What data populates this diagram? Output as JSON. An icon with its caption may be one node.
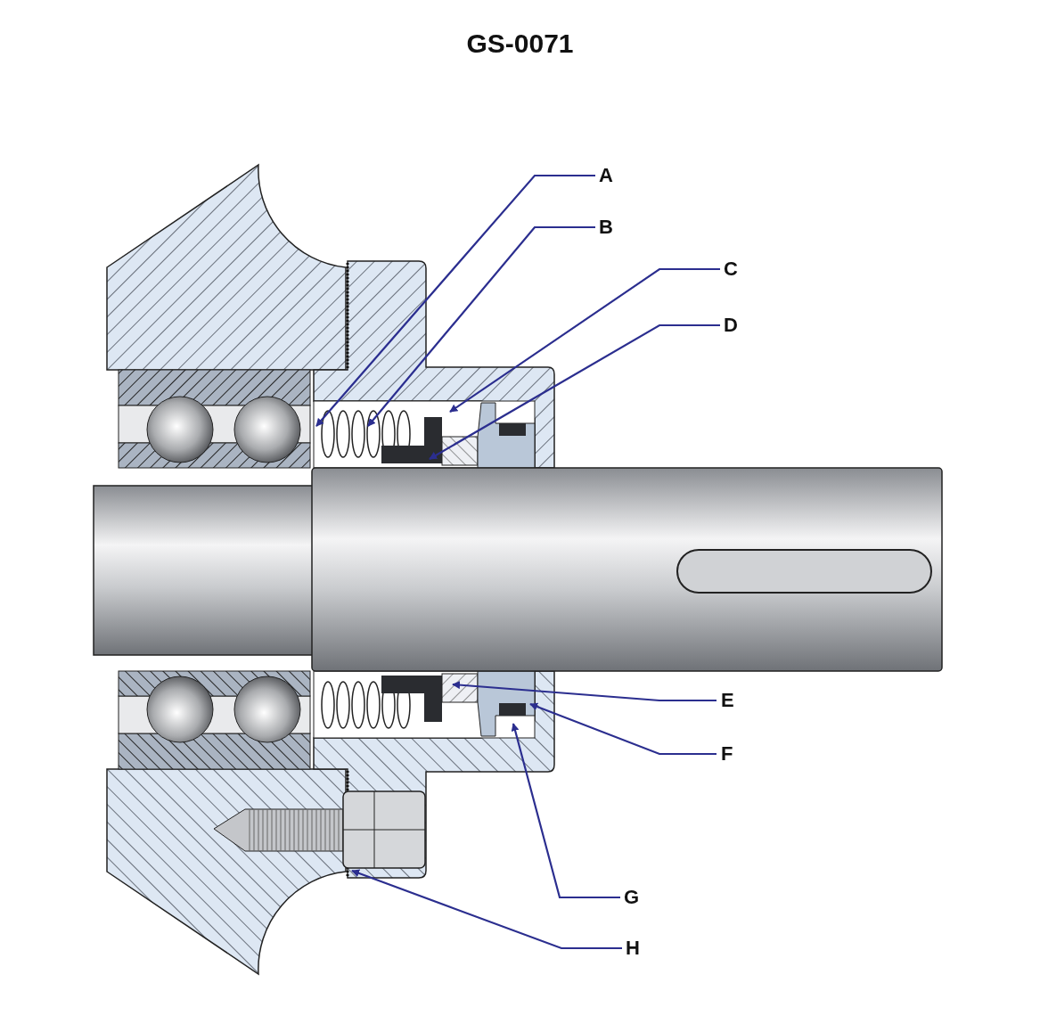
{
  "diagram": {
    "title": "GS-0071",
    "nodes": [
      {
        "text": [
          "A"
        ]
      },
      {
        "text": [
          "B"
        ]
      },
      {
        "text": [
          "C"
        ]
      },
      {
        "text": [
          "D"
        ]
      },
      {
        "text": [
          "E"
        ]
      },
      {
        "text": [
          "F"
        ]
      },
      {
        "text": [
          "G"
        ]
      },
      {
        "text": [
          "H"
        ]
      }
    ],
    "edges": [
      {
        "from": 0,
        "to": null,
        "arrow": "to"
      },
      {
        "from": 1,
        "to": null,
        "arrow": "to"
      },
      {
        "from": 2,
        "to": null,
        "arrow": "to"
      },
      {
        "from": 3,
        "to": null,
        "arrow": "to"
      },
      {
        "from": 4,
        "to": null,
        "arrow": "to"
      },
      {
        "from": 5,
        "to": null,
        "arrow": "to"
      },
      {
        "from": 6,
        "to": null,
        "arrow": "to"
      },
      {
        "from": 7,
        "to": null,
        "arrow": "to"
      }
    ]
  }
}
